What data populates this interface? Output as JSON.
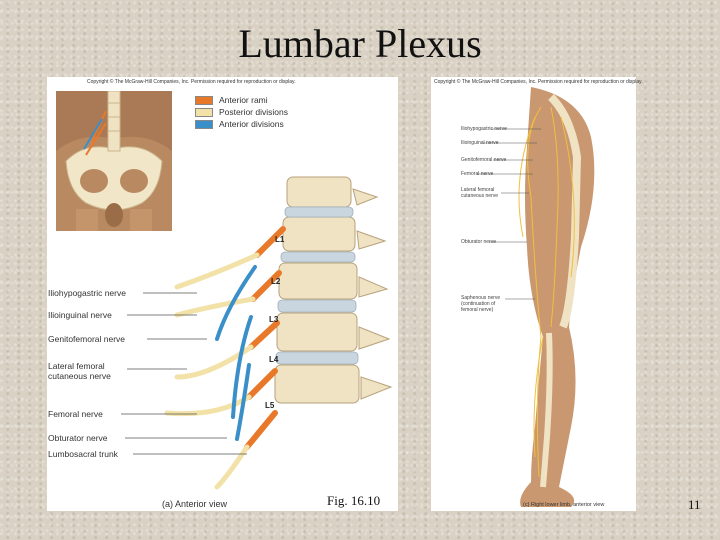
{
  "slide": {
    "title": "Lumbar Plexus",
    "figure_ref": "Fig. 16.10",
    "page_number": "11"
  },
  "panel_a": {
    "copyright": "Copyright © The McGraw-Hill Companies, Inc. Permission required for reproduction or display.",
    "legend": [
      {
        "label": "Anterior rami",
        "color": "#e8792a"
      },
      {
        "label": "Posterior divisions",
        "color": "#f2e2a8"
      },
      {
        "label": "Anterior divisions",
        "color": "#3a8fc8"
      }
    ],
    "levels": [
      "L1",
      "L2",
      "L3",
      "L4",
      "L5"
    ],
    "nerve_labels": [
      "Iliohypogastric nerve",
      "Ilioinguinal nerve",
      "Genitofemoral nerve",
      "Lateral femoral cutaneous nerve",
      "Femoral nerve",
      "Obturator nerve",
      "Lumbosacral trunk"
    ],
    "caption": "(a) Anterior view"
  },
  "panel_c": {
    "copyright": "Copyright © The McGraw-Hill Companies, Inc. Permission required for reproduction or display.",
    "labels": [
      "Iliohypogastric nerve",
      "Ilioinguinal nerve",
      "Genitofemoral nerve",
      "Femoral nerve",
      "Lateral femoral cutaneous nerve",
      "Obturator nerve",
      "Saphenous nerve (continuation of femoral nerve)"
    ],
    "caption": "(c) Right lower limb, anterior view"
  }
}
